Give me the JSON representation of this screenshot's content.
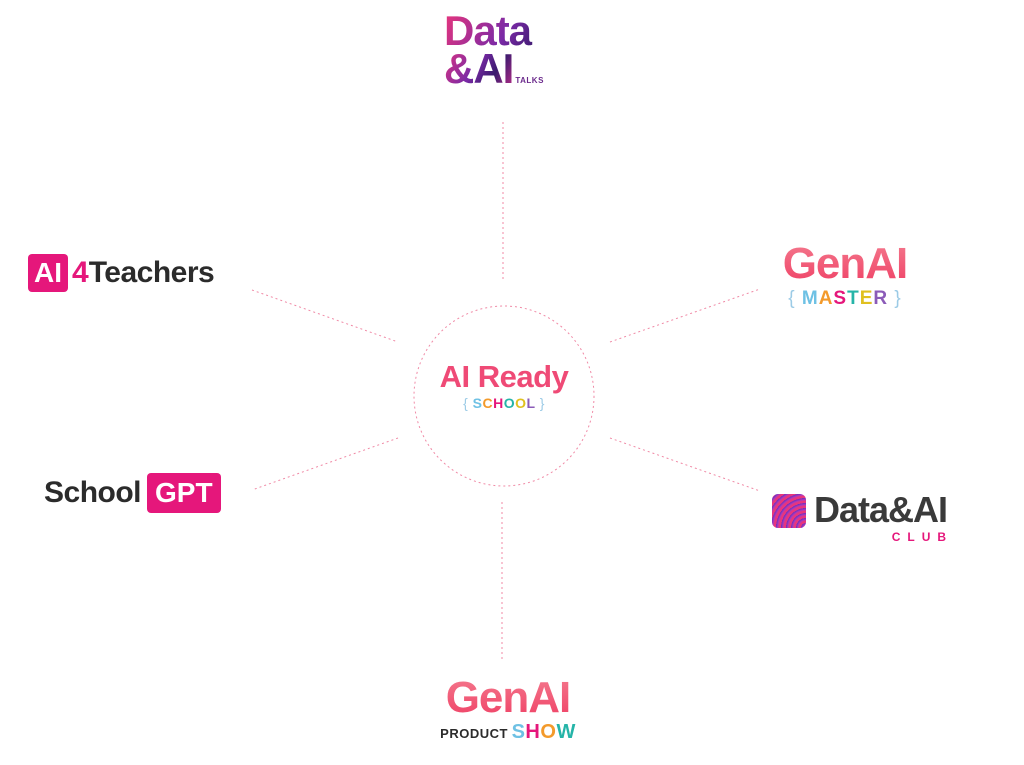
{
  "hub": {
    "line1": "AI Ready",
    "line2": "SCHOOL",
    "brace_open": "{",
    "brace_close": "}"
  },
  "nodes": {
    "data_ai_talks": {
      "line1": "Data",
      "line2": "&AI",
      "tag": "TALKS"
    },
    "ai4teachers": {
      "box": "AI",
      "num": "4",
      "rest": "Teachers"
    },
    "schoolgpt": {
      "word": "School",
      "box": "GPT"
    },
    "genai_master": {
      "title": "GenAI",
      "brace_open": "{",
      "sub": "MASTER",
      "brace_close": "}"
    },
    "data_ai_club": {
      "title": "Data&AI",
      "sub": "CLUB"
    },
    "genai_product_show": {
      "title": "GenAI",
      "product": "PRODUCT",
      "show": "SHOW"
    }
  },
  "colors": {
    "accent_pink": "#e5177b",
    "coral": "#ef4a76",
    "connector": "#f08aa6",
    "dark_text": "#2b2b2b",
    "letter_colors": [
      "#6ec1e4",
      "#f39a2b",
      "#e5177b",
      "#25b4a8",
      "#e0c020",
      "#8b5bb8"
    ]
  }
}
